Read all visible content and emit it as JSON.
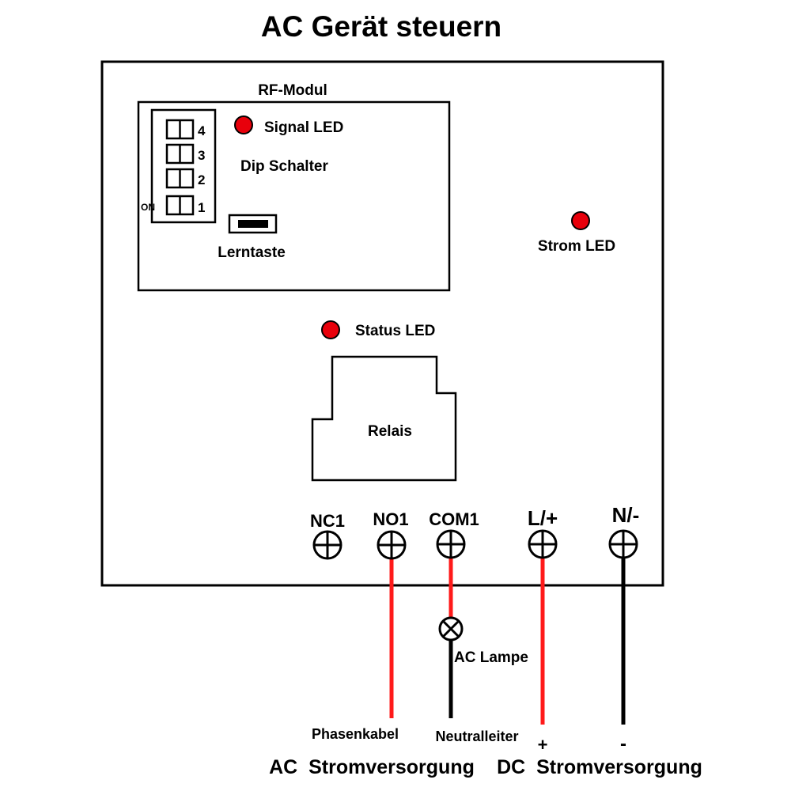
{
  "title": "AC Gerät steuern",
  "rf_module": {
    "label": "RF-Modul",
    "signal_led_label": "Signal LED",
    "dip_switch_label": "Dip Schalter",
    "dip_numbers": [
      "4",
      "3",
      "2",
      "1"
    ],
    "dip_on_label": "ON",
    "learn_button_label": "Lerntaste"
  },
  "strom_led_label": "Strom LED",
  "status_led_label": "Status LED",
  "relay_label": "Relais",
  "terminals": [
    "NC1",
    "NO1",
    "COM1",
    "L/+",
    "N/-"
  ],
  "lamp_label": "AC Lampe",
  "wires": {
    "phase_label": "Phasenkabel",
    "neutral_label": "Neutralleiter",
    "plus_label": "+",
    "minus_label": "-"
  },
  "supply": {
    "ac_label": "AC  Stromversorgung",
    "dc_label": "DC  Stromversorgung"
  },
  "colors": {
    "led": "#e8000b",
    "red_wire": "#ff1a1a",
    "black_wire": "#000000"
  }
}
